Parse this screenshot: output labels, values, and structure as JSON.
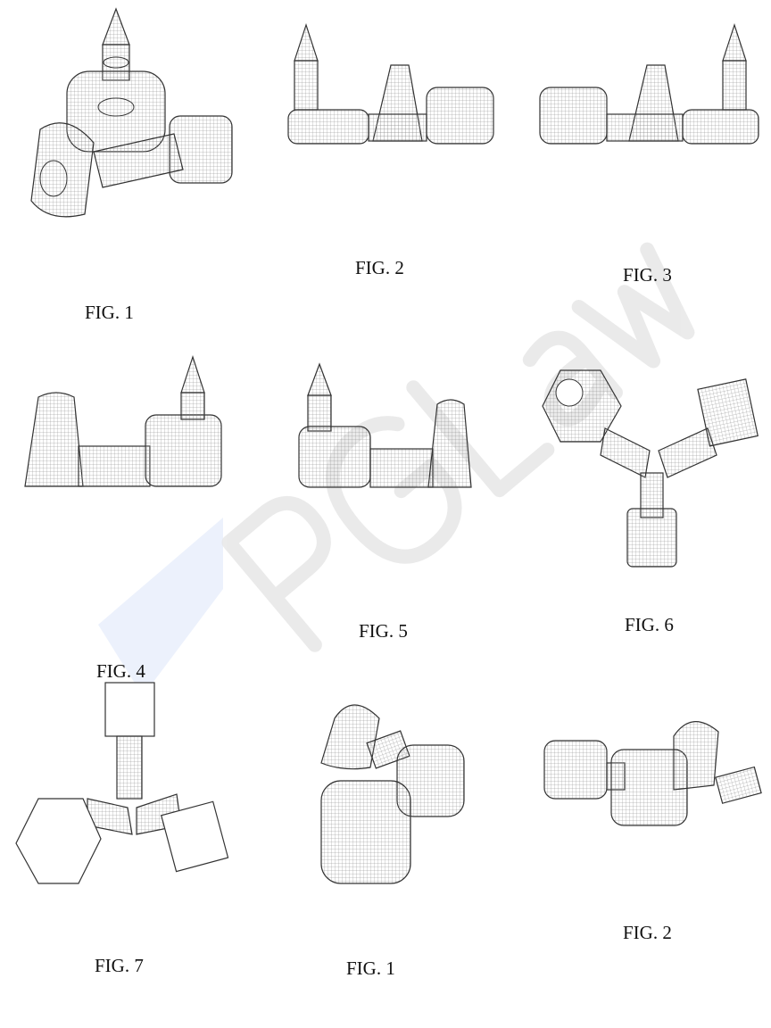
{
  "watermark": {
    "text": "PGLaw",
    "color": "#d8d8d8",
    "logo_color": "#c9d8f5"
  },
  "figures": [
    {
      "label": "FIG. 1",
      "view": "perspective-three-module"
    },
    {
      "label": "FIG. 2",
      "view": "front"
    },
    {
      "label": "FIG. 3",
      "view": "rear"
    },
    {
      "label": "FIG. 4",
      "view": "left-side"
    },
    {
      "label": "FIG. 5",
      "view": "right-side"
    },
    {
      "label": "FIG. 6",
      "view": "top"
    },
    {
      "label": "FIG. 7",
      "view": "bottom"
    },
    {
      "label": "FIG. 1",
      "view": "perspective-alt"
    },
    {
      "label": "FIG. 2",
      "view": "perspective-alt-2"
    }
  ]
}
